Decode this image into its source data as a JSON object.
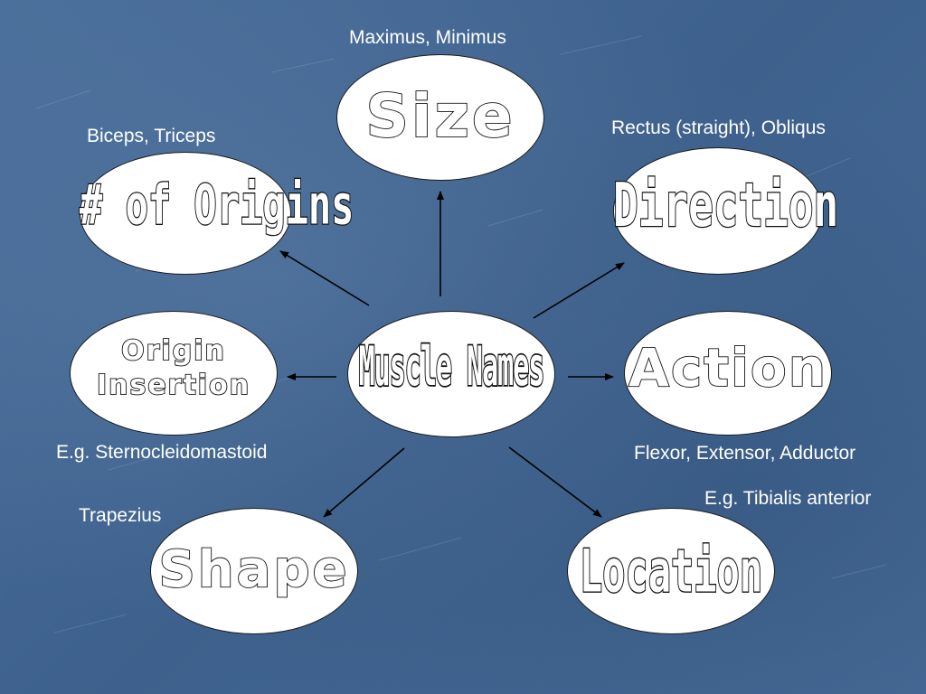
{
  "center": {
    "title": "Muscle Names"
  },
  "nodes": {
    "size": {
      "title": "Size",
      "example": "Maximus, Minimus"
    },
    "origins": {
      "title": "# of Origins",
      "example": "Biceps, Triceps"
    },
    "direction": {
      "title": "Direction",
      "example": "Rectus (straight), Obliqus"
    },
    "origin_insertion": {
      "title_line1": "Origin",
      "title_line2": "Insertion",
      "example": "E.g.  Sternocleidomastoid"
    },
    "action": {
      "title": "Action",
      "example": "Flexor, Extensor, Adductor"
    },
    "shape": {
      "title": "Shape",
      "example": "Trapezius"
    },
    "location": {
      "title": "Location",
      "example": "E.g. Tibialis anterior"
    }
  },
  "colors": {
    "background": "#3f648f",
    "ellipse_fill": "#ffffff",
    "outline": "#111111",
    "arrow": "#000000",
    "label_text": "#ffffff"
  }
}
